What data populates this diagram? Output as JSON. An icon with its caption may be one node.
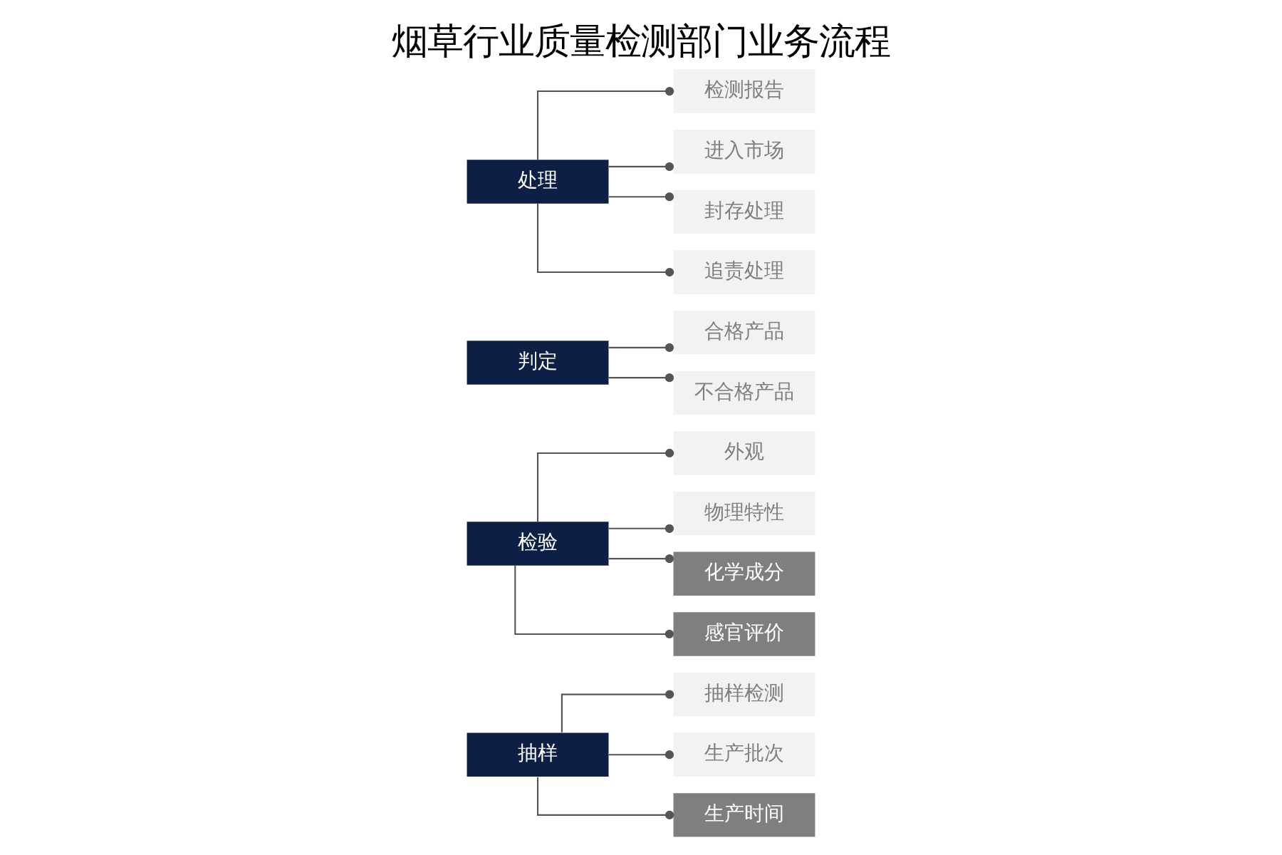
{
  "diagram": {
    "title": "烟草行业质量检测部门业务流程",
    "nodes": [
      {
        "text": [
          "抽样"
        ]
      },
      {
        "text": [
          "抽样检测"
        ]
      },
      {
        "text": [
          "生产批次"
        ]
      },
      {
        "text": [
          "生产时间"
        ]
      },
      {
        "text": [
          "检验"
        ]
      },
      {
        "text": [
          "外观"
        ]
      },
      {
        "text": [
          "物理特性"
        ]
      },
      {
        "text": [
          "化学成分"
        ]
      },
      {
        "text": [
          "感官评价"
        ]
      },
      {
        "text": [
          "判定"
        ]
      },
      {
        "text": [
          "合格产品"
        ]
      },
      {
        "text": [
          "不合格产品"
        ]
      },
      {
        "text": [
          "处理"
        ]
      },
      {
        "text": [
          "检测报告"
        ]
      },
      {
        "text": [
          "进入市场"
        ]
      },
      {
        "text": [
          "封存处理"
        ]
      },
      {
        "text": [
          "追责处理"
        ]
      }
    ],
    "edges": [
      {
        "from": 0,
        "to": 1,
        "arrow": "other"
      },
      {
        "from": 0,
        "to": 2,
        "arrow": "other"
      },
      {
        "from": 0,
        "to": 3,
        "arrow": "other"
      },
      {
        "from": 4,
        "to": 5,
        "arrow": "other"
      },
      {
        "from": 4,
        "to": 6,
        "arrow": "other"
      },
      {
        "from": 4,
        "to": 7,
        "arrow": "other"
      },
      {
        "from": 4,
        "to": 8,
        "arrow": "other"
      },
      {
        "from": 9,
        "to": 10,
        "arrow": "other"
      },
      {
        "from": 9,
        "to": 11,
        "arrow": "other"
      },
      {
        "from": 12,
        "to": 13,
        "arrow": "other"
      },
      {
        "from": 12,
        "to": 14,
        "arrow": "other"
      },
      {
        "from": 12,
        "to": 15,
        "arrow": "other"
      },
      {
        "from": 12,
        "to": 16,
        "arrow": "other"
      }
    ]
  }
}
